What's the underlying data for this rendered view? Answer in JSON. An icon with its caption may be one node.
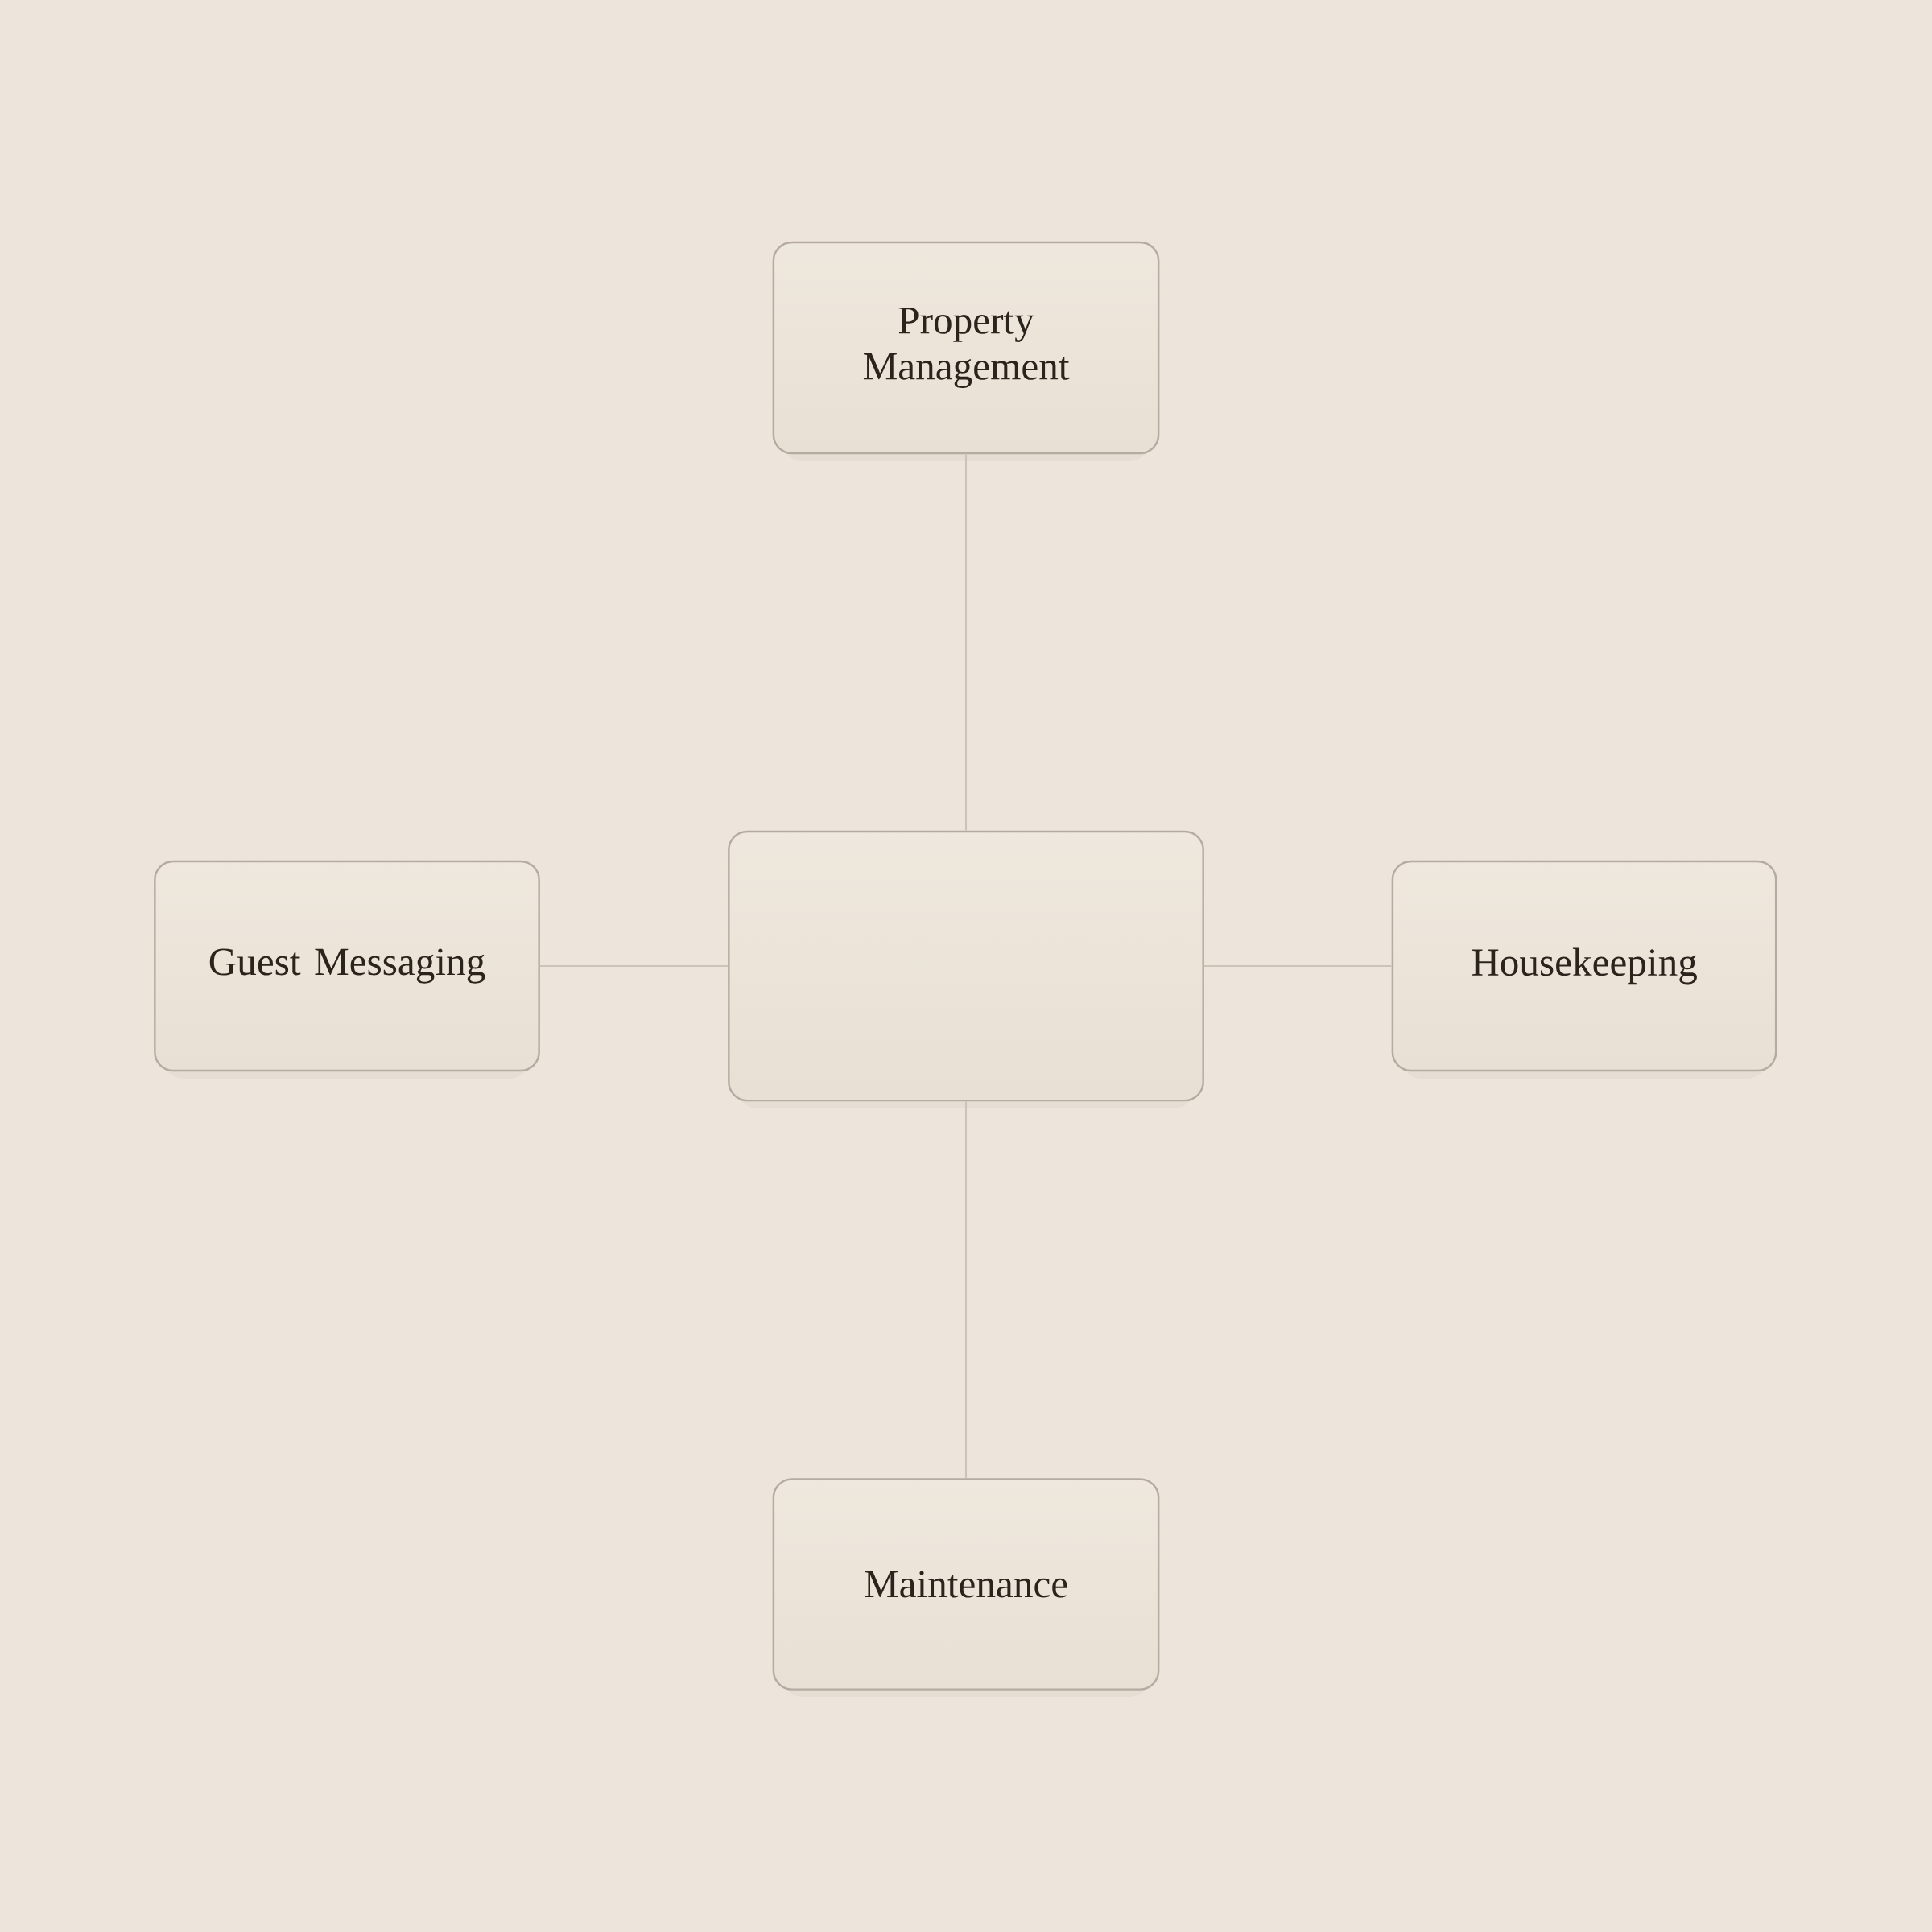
{
  "diagram": {
    "nodes": [
      {
        "text": [
          "Property Management"
        ]
      },
      {
        "text": [
          "Guest Messaging"
        ]
      },
      {
        "text": [],
        "shape": "box"
      },
      {
        "text": [
          "Housekeeping"
        ]
      },
      {
        "text": [
          "Maintenance"
        ]
      }
    ],
    "edges": [
      {
        "from": 2,
        "to": 0,
        "arrow": "none"
      },
      {
        "from": 2,
        "to": 1,
        "arrow": "none"
      },
      {
        "from": 2,
        "to": 3,
        "arrow": "none"
      },
      {
        "from": 2,
        "to": 4,
        "arrow": "none"
      }
    ]
  }
}
